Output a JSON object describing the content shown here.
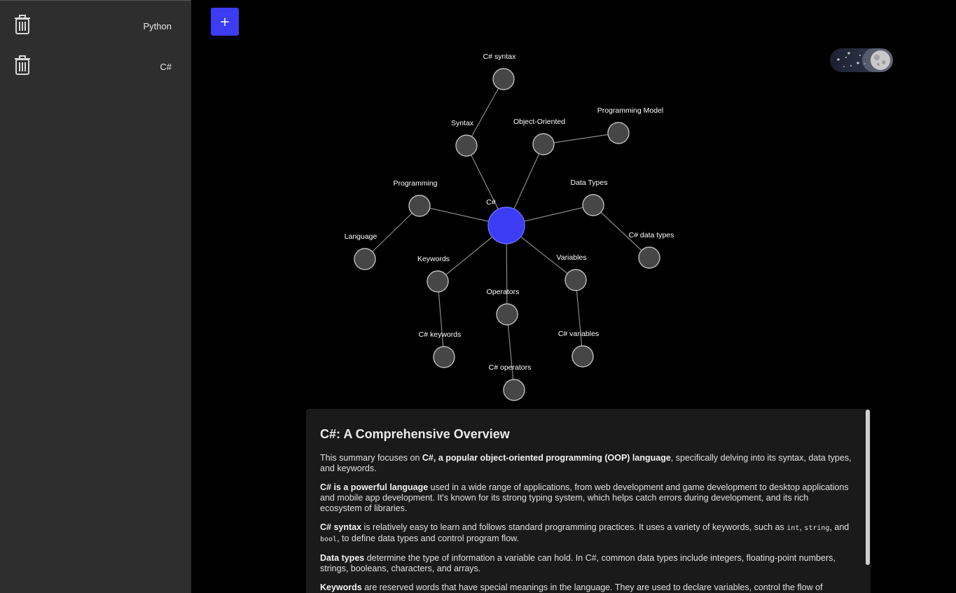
{
  "sidebar": {
    "items": [
      {
        "label": "Python",
        "icon": "trash-icon"
      },
      {
        "label": "C#",
        "icon": "trash-icon"
      }
    ]
  },
  "toolbar": {
    "add_label": "+"
  },
  "theme_toggle": {
    "mode": "dark",
    "icon": "moon-icon"
  },
  "colors": {
    "accent": "#3d3cf5",
    "node": "#464646",
    "edge": "#8a8a8a",
    "sidebar": "#2e2e2e",
    "panel": "#1a1a1a"
  },
  "graph": {
    "center": "C#",
    "nodes": [
      {
        "id": "csharp",
        "label": "C#"
      },
      {
        "id": "csyntax",
        "label": "C# syntax"
      },
      {
        "id": "syntax",
        "label": "Syntax"
      },
      {
        "id": "oo",
        "label": "Object-Oriented"
      },
      {
        "id": "pm",
        "label": "Programming Model"
      },
      {
        "id": "programming",
        "label": "Programming"
      },
      {
        "id": "datatypes",
        "label": "Data Types"
      },
      {
        "id": "language",
        "label": "Language"
      },
      {
        "id": "csdatatypes",
        "label": "C# data types"
      },
      {
        "id": "keywords",
        "label": "Keywords"
      },
      {
        "id": "variables",
        "label": "Variables"
      },
      {
        "id": "operators",
        "label": "Operators"
      },
      {
        "id": "cskeywords",
        "label": "C# keywords"
      },
      {
        "id": "csvariables",
        "label": "C# variables"
      },
      {
        "id": "csoperators",
        "label": "C# operators"
      }
    ],
    "edges": [
      [
        "csharp",
        "syntax"
      ],
      [
        "syntax",
        "csyntax"
      ],
      [
        "csharp",
        "oo"
      ],
      [
        "oo",
        "pm"
      ],
      [
        "csharp",
        "programming"
      ],
      [
        "programming",
        "language"
      ],
      [
        "csharp",
        "datatypes"
      ],
      [
        "datatypes",
        "csdatatypes"
      ],
      [
        "csharp",
        "keywords"
      ],
      [
        "keywords",
        "cskeywords"
      ],
      [
        "csharp",
        "operators"
      ],
      [
        "operators",
        "csoperators"
      ],
      [
        "csharp",
        "variables"
      ],
      [
        "variables",
        "csvariables"
      ]
    ]
  },
  "summary": {
    "title": "C#: A Comprehensive Overview",
    "p1": {
      "pre": "This summary focuses on ",
      "bold": "C#, a popular object-oriented programming (OOP) language",
      "post": ", specifically delving into its syntax, data types, and keywords."
    },
    "p2": {
      "bold": "C# is a powerful language",
      "post": " used in a wide range of applications, from web development and game development to desktop applications and mobile app development. It's known for its strong typing system, which helps catch errors during development, and its rich ecosystem of libraries."
    },
    "p3": {
      "bold": "C# syntax",
      "text1": " is relatively easy to learn and follows standard programming practices. It uses a variety of keywords, such as ",
      "code1": "int",
      "sep1": ", ",
      "code2": "string",
      "sep2": ", and ",
      "code3": "bool",
      "text2": ", to define data types and control program flow."
    },
    "p4": {
      "bold": "Data types",
      "post": " determine the type of information a variable can hold. In C#, common data types include integers, floating-point numbers, strings, booleans, characters, and arrays."
    },
    "p5": {
      "bold": "Keywords",
      "post": " are reserved words that have special meanings in the language. They are used to declare variables, control the flow of execution, and access other language features."
    }
  }
}
